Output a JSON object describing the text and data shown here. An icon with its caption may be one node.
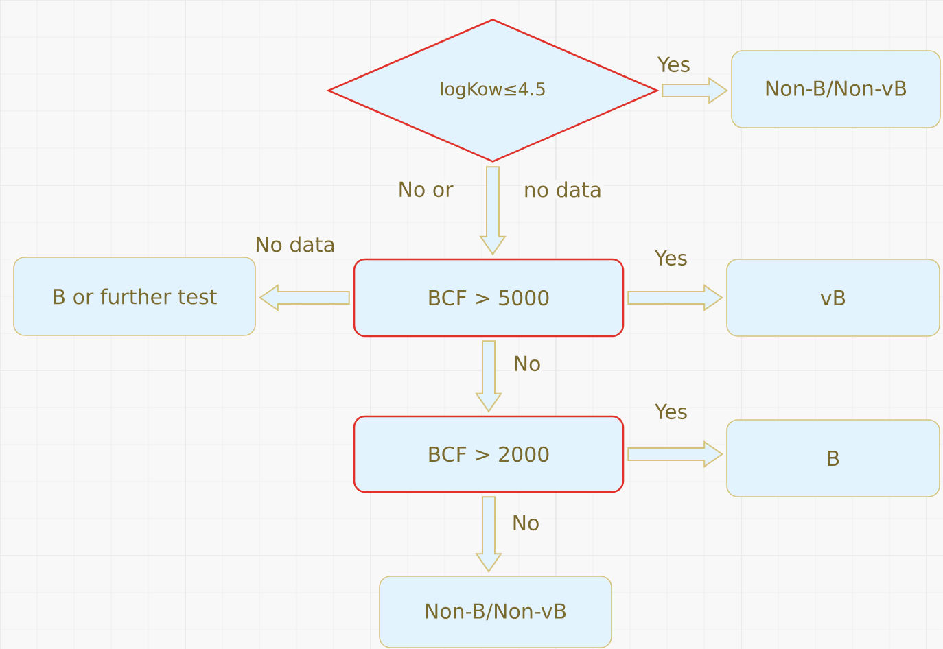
{
  "diagram": {
    "nodes": [
      {
        "text": [
          "logKow≤4.5"
        ]
      },
      {
        "text": [
          "Non-B/Non-vB"
        ]
      },
      {
        "text": [
          "B or further test"
        ]
      },
      {
        "text": [
          "BCF > 5000"
        ]
      },
      {
        "text": [
          "vB"
        ]
      },
      {
        "text": [
          "BCF > 2000"
        ]
      },
      {
        "text": [
          "B"
        ]
      },
      {
        "text": [
          "Non-B/Non-vB"
        ]
      }
    ],
    "edges": [
      {
        "from": 0,
        "to": 1,
        "arrow": "to",
        "label": "Yes"
      },
      {
        "from": 0,
        "to": 3,
        "arrow": "to",
        "label": "No  or"
      },
      {
        "from": 3,
        "to": 2,
        "arrow": "to",
        "label": "No data"
      },
      {
        "from": 3,
        "to": 4,
        "arrow": "to",
        "label": "Yes"
      },
      {
        "from": 3,
        "to": 5,
        "arrow": "to",
        "label": "No"
      },
      {
        "from": 5,
        "to": 6,
        "arrow": "to",
        "label": "Yes"
      },
      {
        "from": 5,
        "to": 7,
        "arrow": "to",
        "label": "No"
      }
    ],
    "labels": [
      "no data"
    ]
  }
}
